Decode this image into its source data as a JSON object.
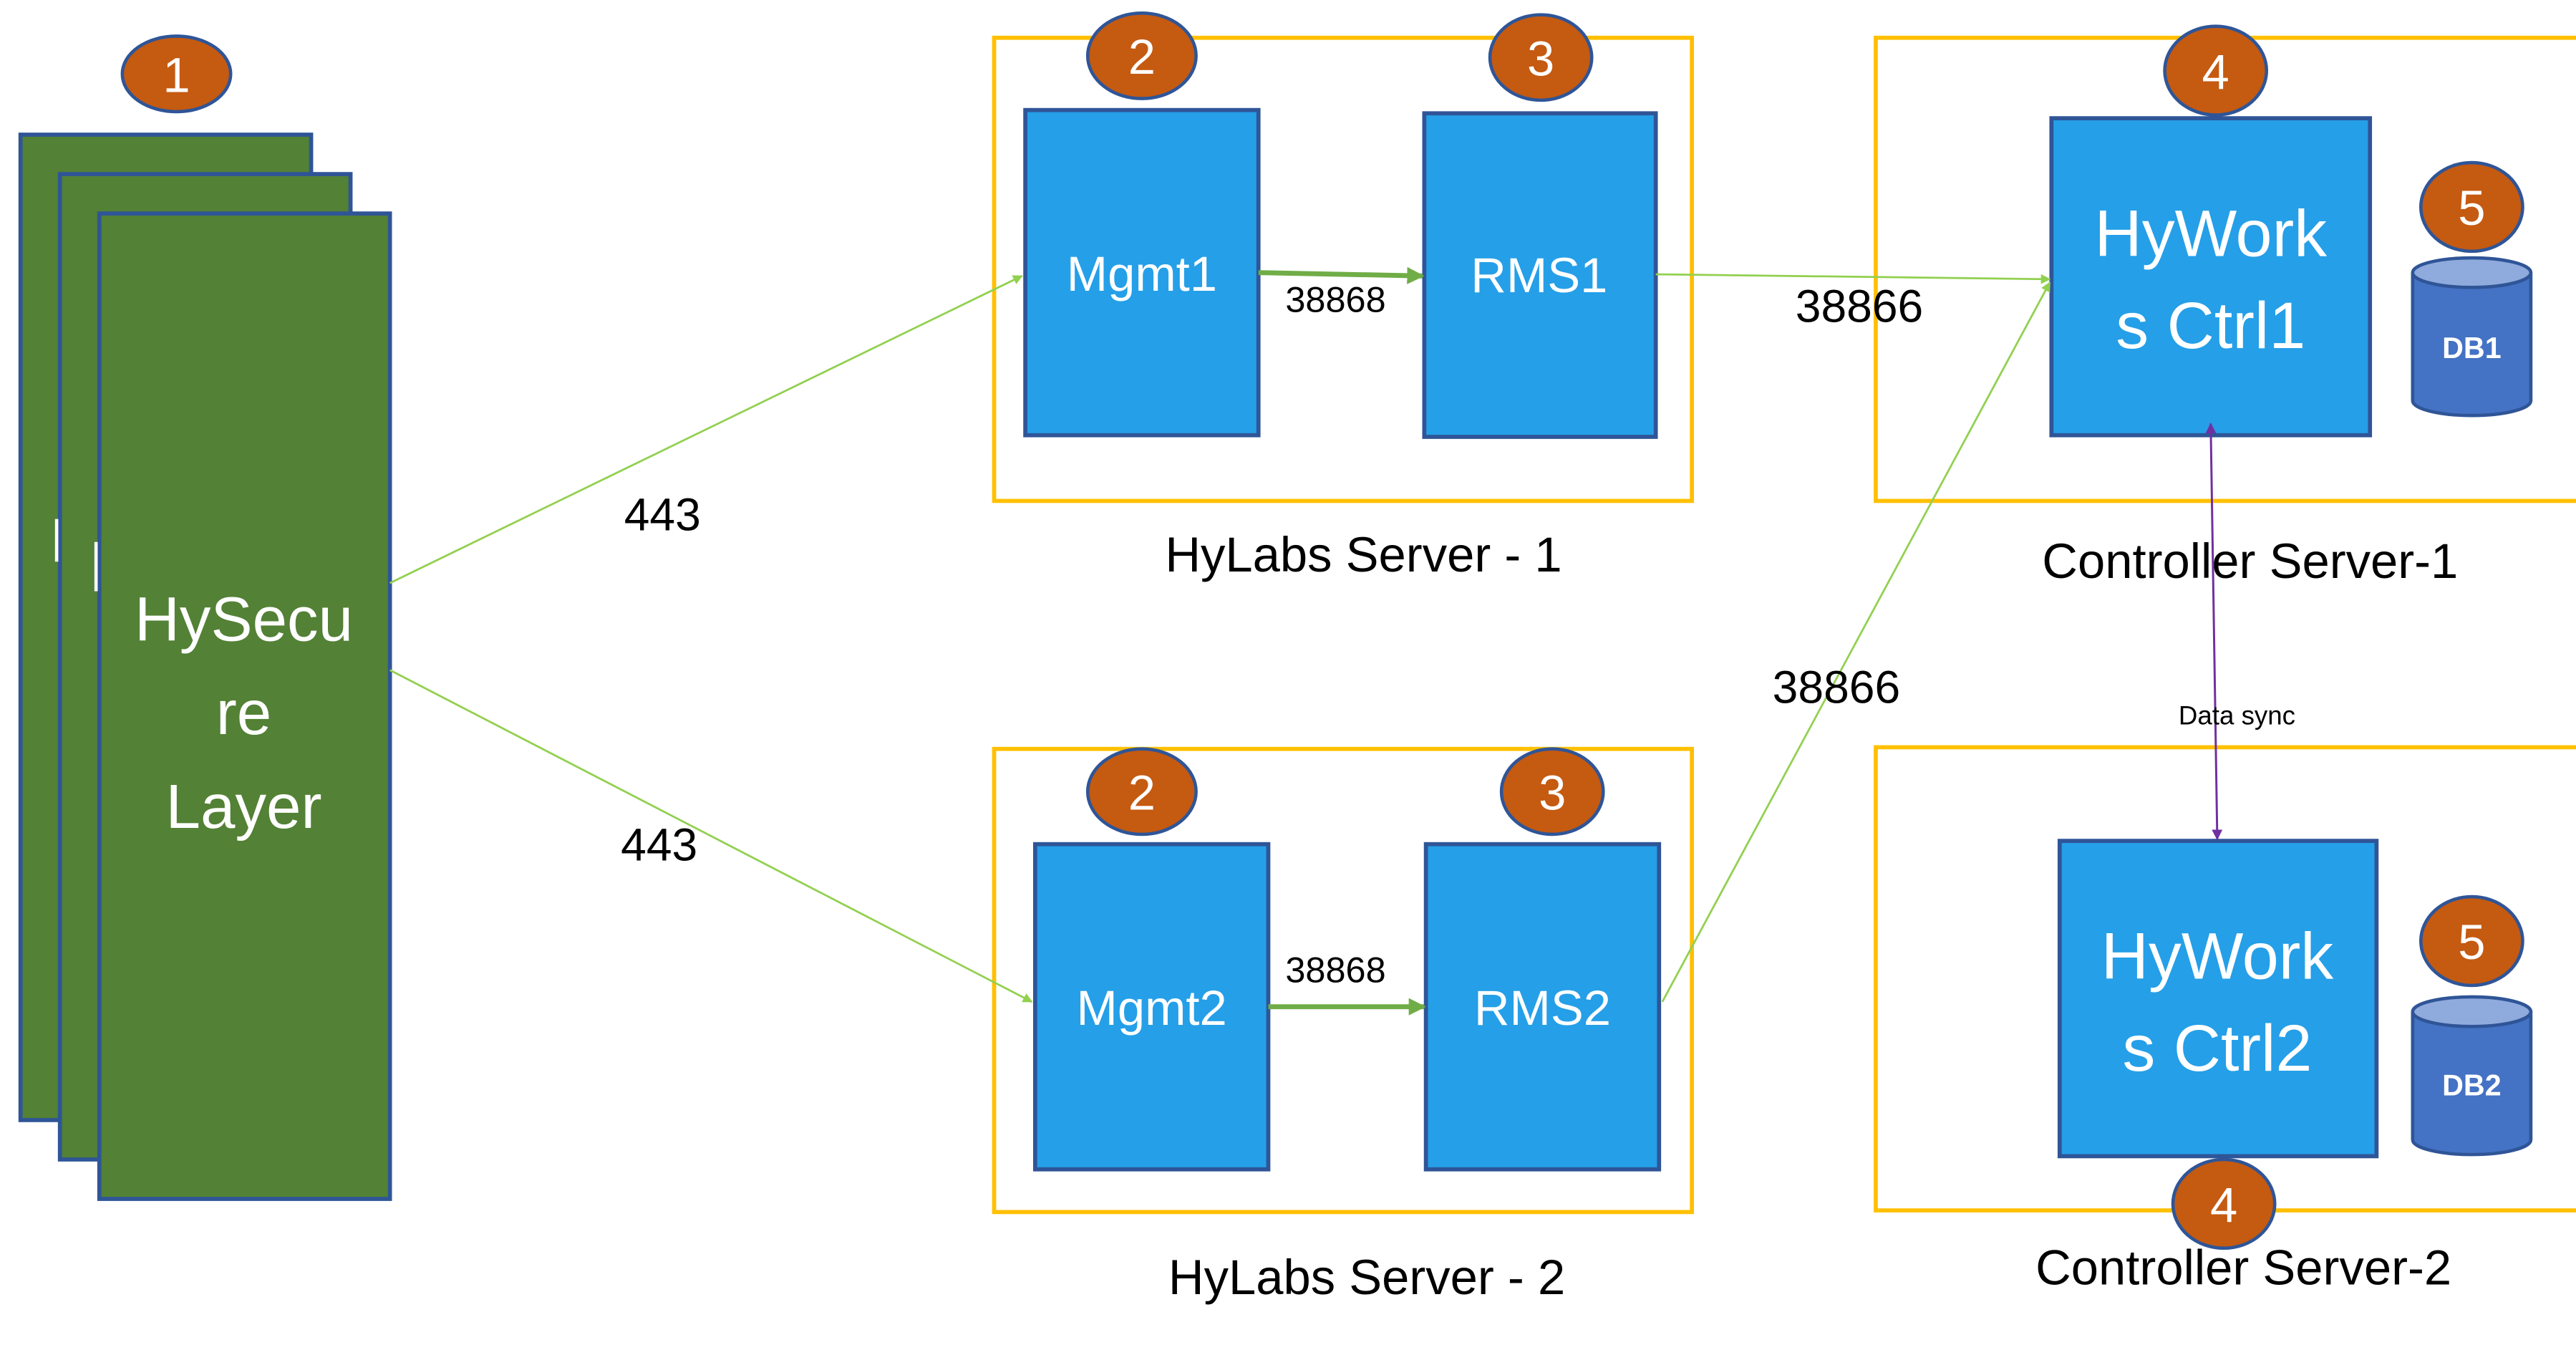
{
  "colors": {
    "hysecure_fill": "#538135",
    "node_border": "#2F5597",
    "component_fill": "#259FE8",
    "badge_fill": "#C55A11",
    "server_frame": "#FFC000",
    "link_light_green": "#92D050",
    "link_green": "#70AD47",
    "sync_purple": "#7030A0",
    "db_fill": "#4472C4",
    "db_top": "#8FAADC"
  },
  "hysecure": {
    "badge": "1",
    "label_lines": [
      "HySecu",
      "re",
      "Layer"
    ]
  },
  "hylabs_servers": [
    {
      "title": "HyLabs Server - 1",
      "mgmt": {
        "badge": "2",
        "label": "Mgmt1"
      },
      "rms": {
        "badge": "3",
        "label": "RMS1"
      },
      "internal_port": "38868"
    },
    {
      "title": "HyLabs Server - 2",
      "mgmt": {
        "badge": "2",
        "label": "Mgmt2"
      },
      "rms": {
        "badge": "3",
        "label": "RMS2"
      },
      "internal_port": "38868"
    }
  ],
  "controller_servers": [
    {
      "title": "Controller Server-1",
      "ctrl": {
        "badge": "4",
        "label_lines": [
          "HyWork",
          "s Ctrl1"
        ]
      },
      "db": {
        "badge": "5",
        "label": "DB1"
      }
    },
    {
      "title": "Controller Server-2",
      "ctrl": {
        "badge": "4",
        "label_lines": [
          "HyWork",
          "s Ctrl2"
        ]
      },
      "db": {
        "badge": "5",
        "label": "DB2"
      }
    }
  ],
  "links": {
    "hysecure_to_mgmt1_port": "443",
    "hysecure_to_mgmt2_port": "443",
    "rms1_to_ctrl1_port": "38866",
    "rms2_to_ctrl1_port": "38866",
    "ctrl_sync_label": "Data sync"
  }
}
